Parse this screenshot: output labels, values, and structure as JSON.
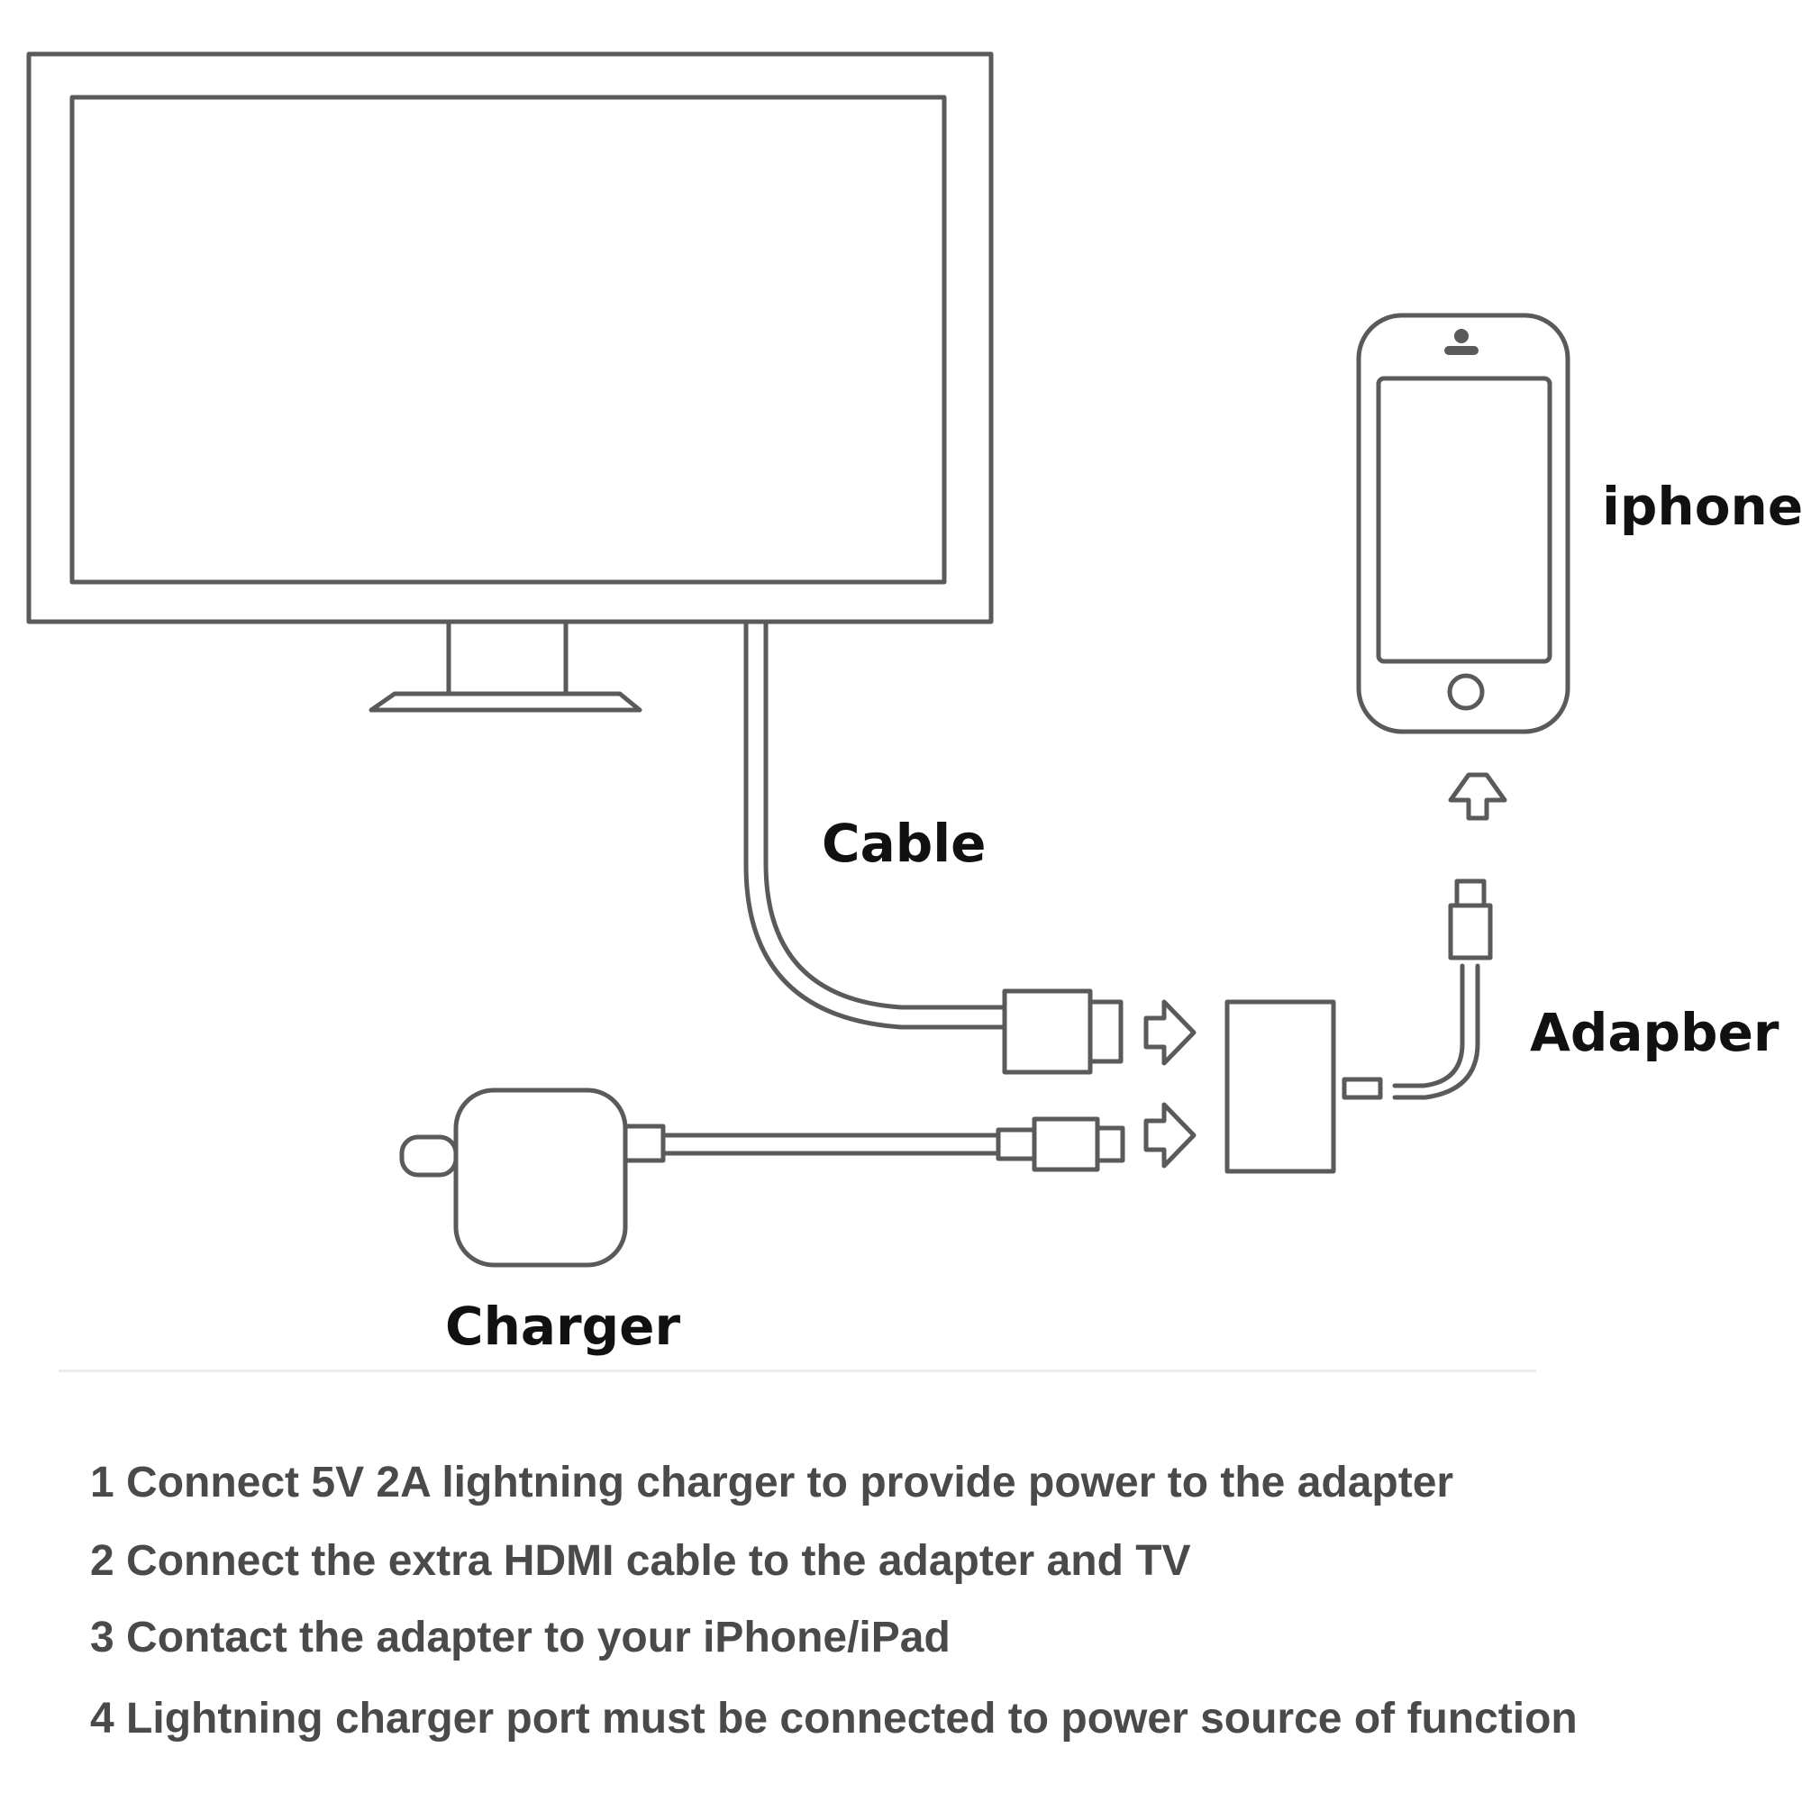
{
  "labels": {
    "iphone": "iphone",
    "cable": "Cable",
    "adapter": "Adapber",
    "charger": "Charger"
  },
  "steps": [
    "1 Connect 5V 2A lightning charger to provide power to the adapter",
    "2 Connect the extra HDMI cable to the adapter and TV",
    "3 Contact the adapter to your iPhone/iPad",
    "4 Lightning charger port must be connected to power source of function"
  ],
  "colors": {
    "stroke": "#5a5a5a",
    "text": "#111111",
    "step_text": "#4a4a4a"
  }
}
